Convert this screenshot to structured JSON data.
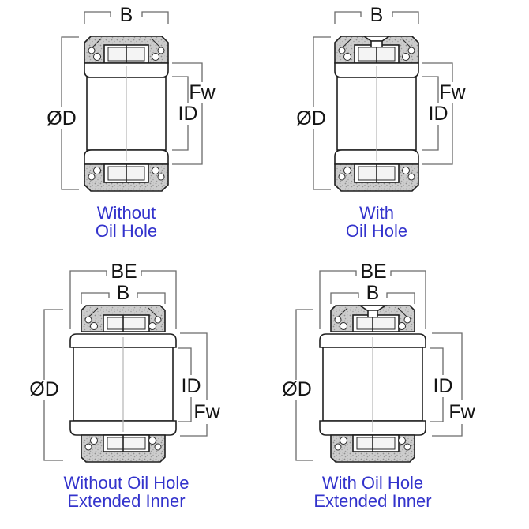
{
  "page": {
    "background": "#ffffff"
  },
  "colors": {
    "caption_text": "#3333cc",
    "outline": "#1f1f1f",
    "dimension_line": "#6a6a6a",
    "hatch_fill": "#cdcdcd"
  },
  "diagrams": [
    {
      "id": "without-oil-hole",
      "caption_line1": "Without",
      "caption_line2": "Oil Hole",
      "labels": {
        "b": "B",
        "od": "ØD",
        "fw": "Fw",
        "id": "ID"
      }
    },
    {
      "id": "with-oil-hole",
      "caption_line1": "With",
      "caption_line2": "Oil Hole",
      "labels": {
        "b": "B",
        "od": "ØD",
        "fw": "Fw",
        "id": "ID"
      }
    },
    {
      "id": "without-oil-hole-extended-inner",
      "caption_line1": "Without Oil Hole",
      "caption_line2": "Extended Inner",
      "labels": {
        "be": "BE",
        "b": "B",
        "od": "ØD",
        "fw": "Fw",
        "id": "ID"
      }
    },
    {
      "id": "with-oil-hole-extended-inner",
      "caption_line1": "With Oil Hole",
      "caption_line2": "Extended Inner",
      "labels": {
        "be": "BE",
        "b": "B",
        "od": "ØD",
        "fw": "Fw",
        "id": "ID"
      }
    }
  ]
}
